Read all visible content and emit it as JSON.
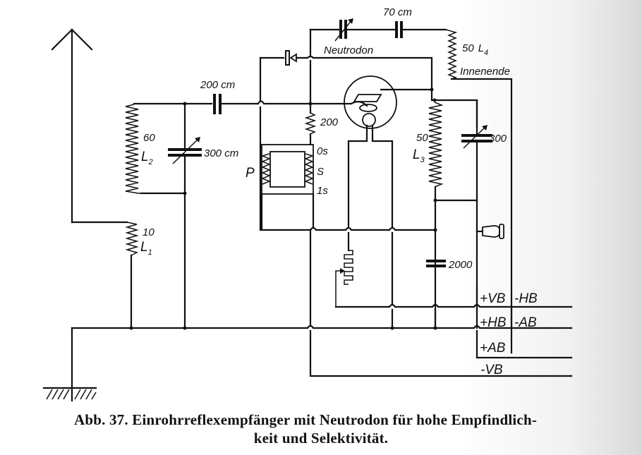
{
  "figure": {
    "caption_line1": "Abb. 37.  Einrohrreflexempfänger mit Neutrodon für hohe Empfindlich-",
    "caption_line2": "keit und Selektivität."
  },
  "components": {
    "antenna": {
      "name": "antenna"
    },
    "ground": {
      "name": "ground"
    },
    "L1": {
      "value": "10",
      "label": "L",
      "index": "1"
    },
    "L2": {
      "value": "60",
      "label": "L",
      "index": "2"
    },
    "L3": {
      "value": "50",
      "label": "L",
      "index": "3"
    },
    "L4": {
      "value": "50",
      "label": "L",
      "index": "4",
      "note": "Innenende"
    },
    "c_tune_L2": {
      "value": "300 cm"
    },
    "c_coupling": {
      "value": "200 cm"
    },
    "c_neutrodon": {
      "label": "Neutrodon"
    },
    "c_70": {
      "value": "70 cm"
    },
    "c_tune_L3": {
      "value": "300"
    },
    "c_bypass": {
      "value": "2000"
    },
    "r_grid": {
      "value": "200"
    },
    "transformer": {
      "primary": "P",
      "secondary": "S",
      "tap_0s": "0s",
      "tap_1s": "1s"
    }
  },
  "terminals": {
    "plus_vb": "+VB",
    "minus_hb": "-HB",
    "plus_hb": "+HB",
    "minus_ab": "-AB",
    "plus_ab": "+AB",
    "minus_vb": "-VB"
  }
}
